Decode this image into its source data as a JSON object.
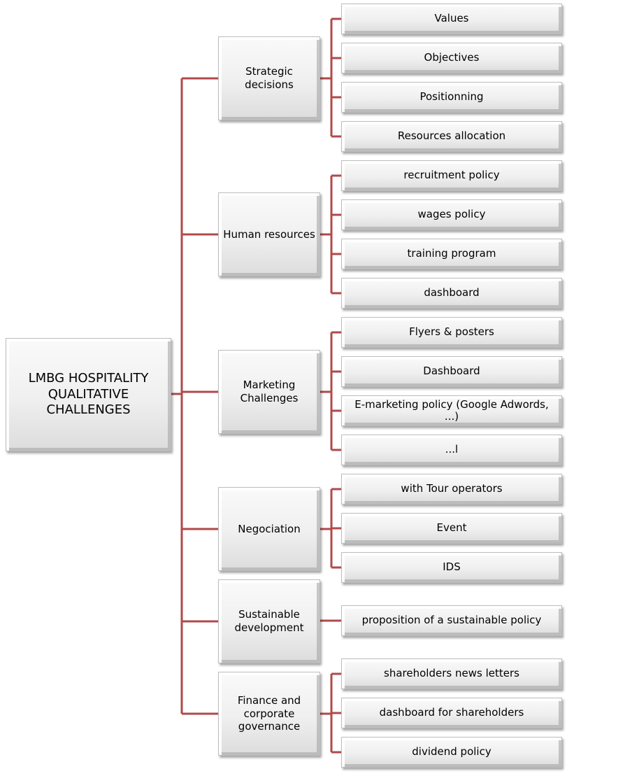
{
  "diagram": {
    "type": "hierarchy-tree",
    "line_color": "#b04a4a",
    "root": {
      "label": "LMBG HOSPITALITY QUALITATIVE CHALLENGES"
    },
    "branches": [
      {
        "label": "Strategic decisions",
        "children": [
          "Values",
          "Objectives",
          "Positionning",
          "Resources allocation"
        ]
      },
      {
        "label": "Human resources",
        "children": [
          "recruitment policy",
          "wages policy",
          "training program",
          "dashboard"
        ]
      },
      {
        "label": "Marketing Challenges",
        "children": [
          "Flyers & posters",
          "Dashboard",
          "E-marketing policy (Google Adwords, ...)",
          "...l"
        ]
      },
      {
        "label": "Negociation",
        "children": [
          "with Tour operators",
          "Event",
          "IDS"
        ]
      },
      {
        "label": "Sustainable development",
        "children": [
          "proposition of a sustainable policy"
        ]
      },
      {
        "label": "Finance and corporate governance",
        "children": [
          "shareholders news letters",
          "dashboard for shareholders",
          "dividend policy"
        ]
      }
    ]
  }
}
